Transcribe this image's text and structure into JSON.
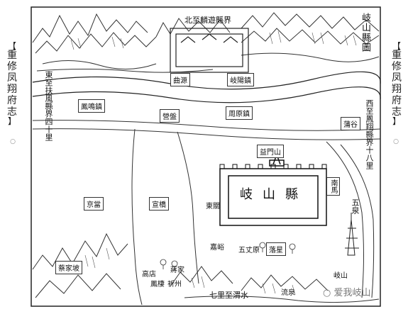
{
  "side_left": [
    "【",
    "重",
    "修",
    "凤",
    "翔",
    "府",
    "志",
    "】"
  ],
  "side_right": [
    "【",
    "重",
    "修",
    "凤",
    "翔",
    "府",
    "志",
    "】"
  ],
  "page_left": "○",
  "page_right": "○",
  "map": {
    "title": "岐山縣圖",
    "north_label": "北至麟遊縣界",
    "east_label": "東至扶風縣界四十里",
    "west_label": "西至鳳翔縣界十八里",
    "south_label": "七里至渭水",
    "city_name": "岐山縣",
    "places": {
      "qiyang": "岐陽鎮",
      "fengming": "鳳鳴鎮",
      "quyuan": "曲源",
      "yingpan": "營盤",
      "zhouyuan": "周原鎮",
      "puyu": "蒲谷",
      "jingdang": "京當",
      "xuanjiao": "宣橋",
      "yimengshan": "益門山",
      "nanma": "南馬",
      "zaolin": "蔡家坡",
      "jiawei": "嘉峪",
      "wuzhang": "五丈原",
      "luosu": "落星",
      "wuquan": "五泉",
      "gaodian": "高店",
      "jiangjia": "蔣家",
      "qizhou": "祈州",
      "dongguan": "東關",
      "fengqi": "鳳棲",
      "liuquan": "流泉",
      "yishan": "岐山"
    }
  },
  "watermark": {
    "icon": "○",
    "text": "爱我岐山"
  }
}
